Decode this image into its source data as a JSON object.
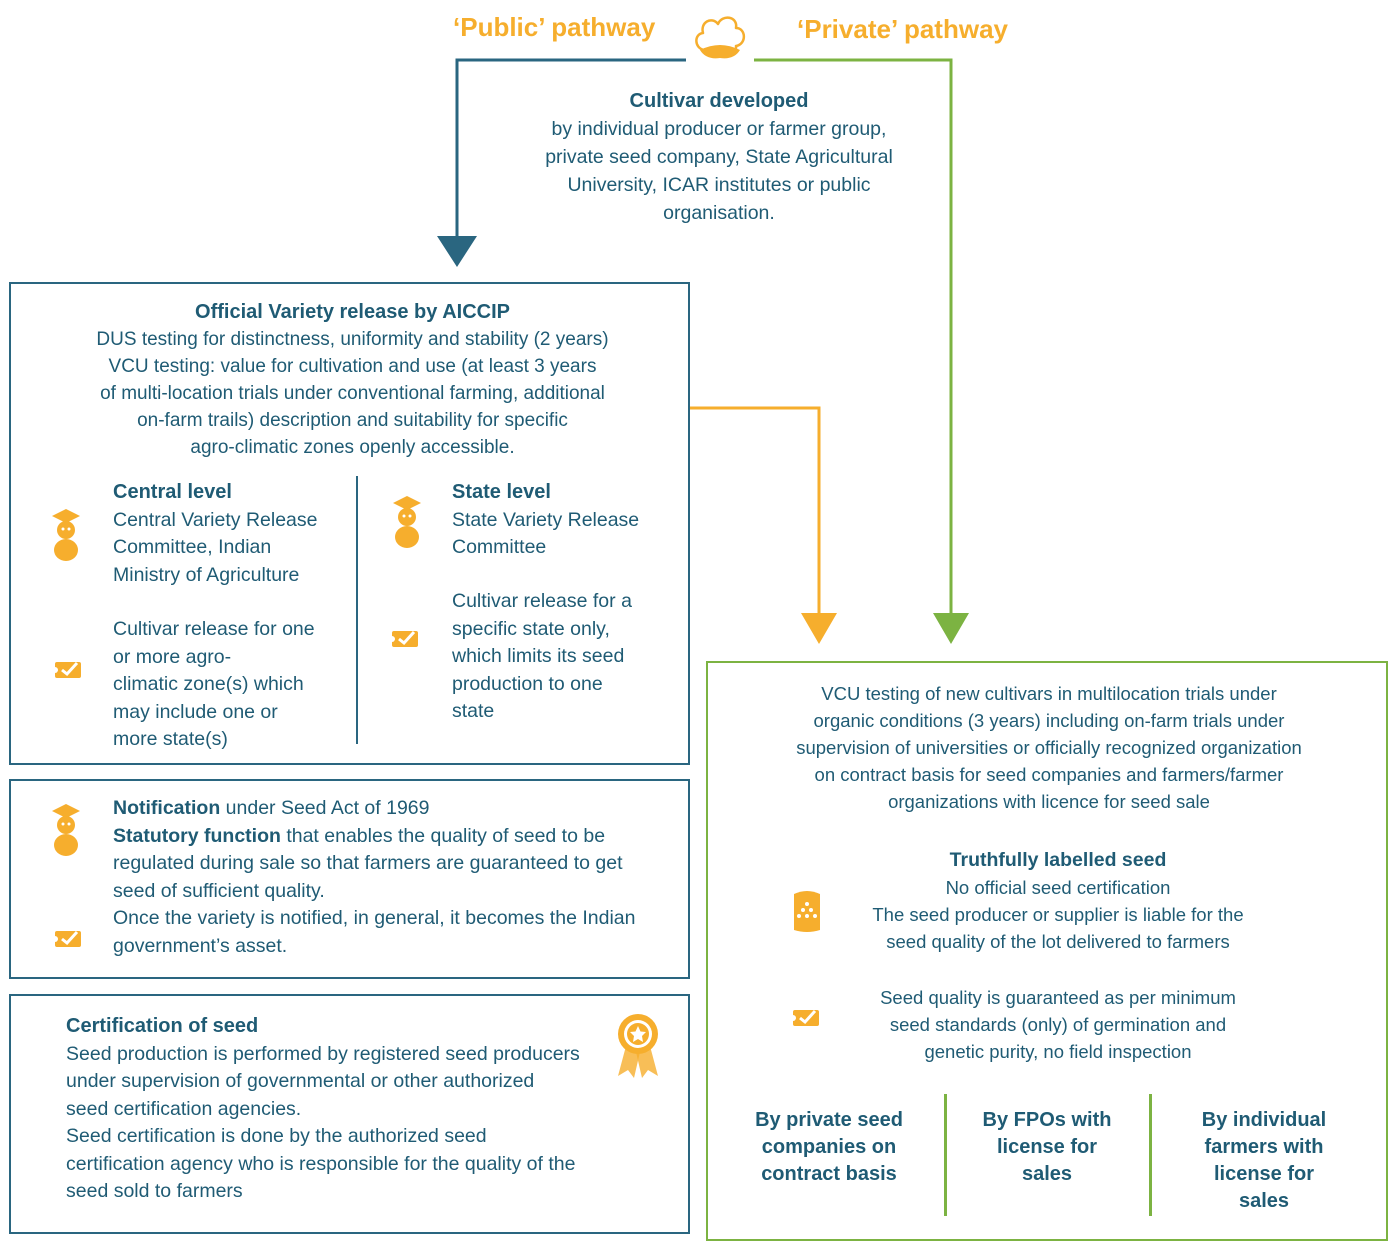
{
  "header": {
    "public_pathway": "‘Public’ pathway",
    "private_pathway": "‘Private’ pathway",
    "cotton_icon": "cotton-boll-icon"
  },
  "cultivar": {
    "title": "Cultivar developed",
    "lines": [
      "by individual producer or farmer group,",
      "private seed company, State Agricultural",
      "University, ICAR institutes or public",
      "organisation."
    ]
  },
  "official_release": {
    "title": "Official Variety release by AICCIP",
    "lines": [
      "DUS testing for distinctness, uniformity and stability (2 years)",
      "VCU testing:  value for cultivation and use (at least 3 years",
      "of multi-location trials under conventional farming, additional",
      "on-farm trails) description and suitability for specific",
      "agro-climatic zones openly accessible."
    ],
    "central": {
      "title": "Central level",
      "desc": [
        "Central Variety Release",
        "Committee, Indian",
        "Ministry of Agriculture"
      ],
      "release": [
        "Cultivar release for one",
        "or more agro-",
        "climatic zone(s) which",
        "may include one or",
        "more state(s)"
      ]
    },
    "state": {
      "title": "State level",
      "desc": [
        "State Variety Release",
        "Committee"
      ],
      "release": [
        "Cultivar release for a",
        "specific state only,",
        "which limits its seed",
        "production to one",
        "state"
      ]
    }
  },
  "notification": {
    "title": "Notification",
    "title_rest": " under Seed Act of 1969",
    "statutory_bold": "Statutory function",
    "lines": [
      " that enables the quality of seed to be",
      "regulated during sale so that farmers are guaranteed to get",
      "seed of sufficient quality.",
      "Once the variety is notified, in general, it becomes the Indian",
      "government’s asset."
    ]
  },
  "certification": {
    "title": "Certification of seed",
    "lines": [
      "Seed production is performed by registered seed producers",
      "under supervision of governmental or other authorized",
      "seed certification agencies.",
      "Seed certification is done by the authorized seed",
      "certification agency who is responsible for the quality of the",
      "seed sold to farmers"
    ]
  },
  "vcu_private": {
    "lines": [
      "VCU testing of new cultivars in multilocation trials under",
      "organic conditions (3 years) including on-farm trials under",
      "supervision of universities or officially recognized organization",
      "on contract basis for seed companies and farmers/farmer",
      "organizations with licence for seed sale"
    ],
    "tl_title": "Truthfully labelled seed",
    "tl_lines": [
      "No official seed certification",
      "The seed producer or supplier is liable for the",
      "seed quality of the lot delivered to farmers"
    ],
    "quality_lines": [
      "Seed quality is guaranteed as per minimum",
      "seed standards (only) of germination and",
      "genetic purity, no field inspection"
    ],
    "bottom": [
      [
        "By private seed",
        "companies on",
        "contract basis"
      ],
      [
        "By FPOs with",
        "license for",
        "sales"
      ],
      [
        "By individual",
        "farmers with",
        "license for",
        "sales"
      ]
    ]
  },
  "colors": {
    "blue": "#2a6680",
    "green": "#7cb342",
    "orange": "#f6ae2d"
  }
}
